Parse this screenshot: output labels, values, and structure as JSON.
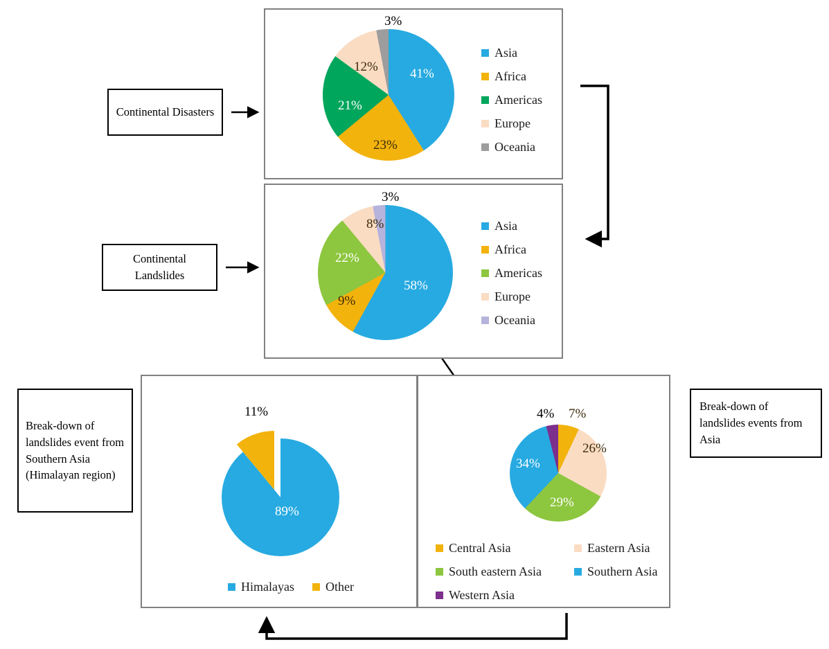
{
  "boxes": {
    "continental_disasters": "Continental Disasters",
    "continental_landslides": "Continental Landslides",
    "himalaya_note": "Break-down of landslides event from Southern Asia (Himalayan region)",
    "asia_note": "Break-down of landslides events from Asia"
  },
  "colors": {
    "asia_blue": "#27AAE1",
    "africa_yellow": "#F2B30D",
    "americas_green_dark": "#00A65C",
    "americas_green_light": "#8DC63F",
    "europe_peach": "#FADCC3",
    "oceania_gray": "#9D9D9D",
    "oceania_lavender": "#B6B3DC",
    "western_purple": "#7D2F8E",
    "frame_gray": "#808080",
    "box_black": "#000000",
    "label_white": "#FFFFFF",
    "label_dark": "#3D2B0A"
  },
  "chart_data": [
    {
      "type": "pie",
      "name": "continental-disasters",
      "title": "Continental Disasters",
      "categories": [
        "Asia",
        "Africa",
        "Americas",
        "Europe",
        "Oceania"
      ],
      "values": [
        41,
        23,
        21,
        12,
        3
      ],
      "labels": [
        "41%",
        "23%",
        "21%",
        "12%",
        "3%"
      ],
      "colors": [
        "#27AAE1",
        "#F2B30D",
        "#00A65C",
        "#FADCC3",
        "#9D9D9D"
      ],
      "legend": [
        "Asia",
        "Africa",
        "Americas",
        "Europe",
        "Oceania"
      ],
      "legend_position": "right",
      "exploded": false
    },
    {
      "type": "pie",
      "name": "continental-landslides",
      "title": "Continental Landslides",
      "categories": [
        "Asia",
        "Africa",
        "Americas",
        "Europe",
        "Oceania"
      ],
      "values": [
        58,
        9,
        22,
        8,
        3
      ],
      "labels": [
        "58%",
        "9%",
        "22%",
        "8%",
        "3%"
      ],
      "colors": [
        "#27AAE1",
        "#F2B30D",
        "#8DC63F",
        "#FADCC3",
        "#B6B3DC"
      ],
      "legend": [
        "Asia",
        "Africa",
        "Americas",
        "Europe",
        "Oceania"
      ],
      "legend_position": "right",
      "exploded": false
    },
    {
      "type": "pie",
      "name": "southern-asia-himalaya",
      "title": "Break-down of landslides event from Southern Asia (Himalayan region)",
      "categories": [
        "Himalayas",
        "Other"
      ],
      "values": [
        89,
        11
      ],
      "labels": [
        "89%",
        "11%"
      ],
      "colors": [
        "#27AAE1",
        "#F2B30D"
      ],
      "legend": [
        "Himalayas",
        "Other"
      ],
      "legend_position": "bottom",
      "exploded": true,
      "exploded_slice": "Other"
    },
    {
      "type": "pie",
      "name": "asia-breakdown",
      "title": "Break-down of landslides events from Asia",
      "categories": [
        "Central Asia",
        "Eastern Asia",
        "South eastern Asia",
        "Southern Asia",
        "Western Asia"
      ],
      "values": [
        7,
        26,
        29,
        34,
        4
      ],
      "labels": [
        "7%",
        "26%",
        "29%",
        "34%",
        "4%"
      ],
      "colors": [
        "#F2B30D",
        "#FADCC3",
        "#8DC63F",
        "#27AAE1",
        "#7D2F8E"
      ],
      "legend": [
        "Central Asia",
        "Eastern Asia",
        "South eastern Asia",
        "Southern Asia",
        "Western Asia"
      ],
      "legend_position": "bottom",
      "exploded": false
    }
  ],
  "charts": {
    "disasters": {
      "labels": {
        "asia": "41%",
        "africa": "23%",
        "americas": "21%",
        "europe": "12%",
        "oceania": "3%"
      },
      "legend": [
        {
          "label": "Asia",
          "color": "#27AAE1"
        },
        {
          "label": "Africa",
          "color": "#F2B30D"
        },
        {
          "label": "Americas",
          "color": "#00A65C"
        },
        {
          "label": "Europe",
          "color": "#FADCC3"
        },
        {
          "label": "Oceania",
          "color": "#9D9D9D"
        }
      ]
    },
    "landslides": {
      "labels": {
        "asia": "58%",
        "africa": "9%",
        "americas": "22%",
        "europe": "8%",
        "oceania": "3%"
      },
      "legend": [
        {
          "label": "Asia",
          "color": "#27AAE1"
        },
        {
          "label": "Africa",
          "color": "#F2B30D"
        },
        {
          "label": "Americas",
          "color": "#8DC63F"
        },
        {
          "label": "Europe",
          "color": "#FADCC3"
        },
        {
          "label": "Oceania",
          "color": "#B6B3DC"
        }
      ]
    },
    "himalaya": {
      "labels": {
        "himalayas": "89%",
        "other": "11%"
      },
      "legend": [
        {
          "label": "Himalayas",
          "color": "#27AAE1"
        },
        {
          "label": "Other",
          "color": "#F2B30D"
        }
      ]
    },
    "asia": {
      "labels": {
        "central": "7%",
        "eastern": "26%",
        "southeastern": "29%",
        "southern": "34%",
        "western": "4%"
      },
      "legend": [
        {
          "label": "Central Asia",
          "color": "#F2B30D"
        },
        {
          "label": "Eastern Asia",
          "color": "#FADCC3"
        },
        {
          "label": "South eastern Asia",
          "color": "#8DC63F"
        },
        {
          "label": "Southern Asia",
          "color": "#27AAE1"
        },
        {
          "label": "Western Asia",
          "color": "#7D2F8E"
        }
      ]
    }
  }
}
